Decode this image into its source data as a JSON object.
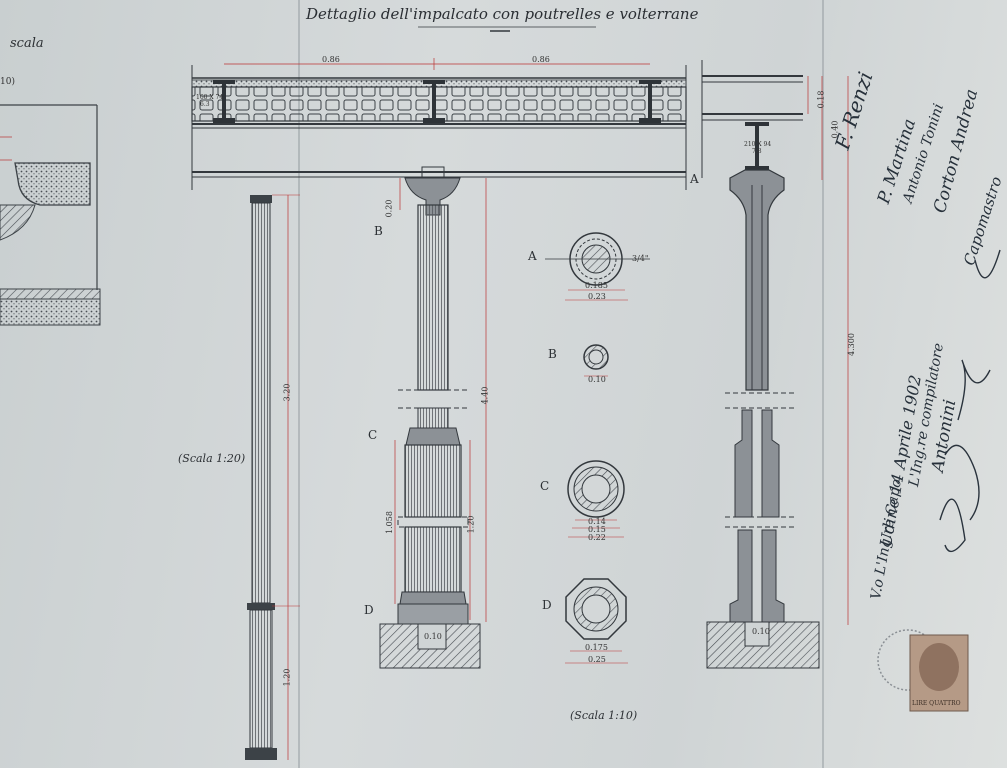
{
  "title": "Dettaglio dell'impalcato con poutrelles e volterrane",
  "left_fragment": {
    "scala": "scala",
    "ratio": "10)"
  },
  "scales": {
    "left": "(Scala 1:20)",
    "bottom": "(Scala 1:10)"
  },
  "dims": {
    "span1": "0.86",
    "span2": "0.86",
    "beam_label": "160 X 74",
    "beam_label2": "6.3",
    "side_h1": "0.18",
    "side_h2": "0.40",
    "total_h": "4.300",
    "col1_h1": "3.20",
    "col1_h2": "1.20",
    "col2_h1": "4.40",
    "col2_h2": "1.20",
    "col2_cap": "0.20",
    "col2_base": "1.058",
    "col2_foot": "0.10",
    "profile_label": "210 X 94",
    "profile_label2": "7.8",
    "sec_foot": "0.10"
  },
  "section_labels": {
    "A": "A",
    "B": "B",
    "C": "C",
    "D": "D"
  },
  "sections": {
    "A": {
      "d1": "0.185",
      "d2": "0.23",
      "side": "3/4\""
    },
    "B": {
      "d1": "0.10"
    },
    "C": {
      "d1": "0.14",
      "d2": "0.15",
      "d3": "0.22"
    },
    "D": {
      "d1": "0.175",
      "d2": "0.25"
    }
  },
  "signatures": {
    "s1": "F. Renzi",
    "s2": "P. Martina",
    "s3": "Antonio Tonini",
    "s4": "Corton Andrea",
    "s5": "Capomastro",
    "date": "Udine 14 Aprile 1902",
    "compiler": "L'Ing.re compilatore",
    "compiler_name": "Antonini",
    "chief": "V.o L'Ing.re Capo"
  },
  "stamp": {
    "text": "LIRE QUATTRO"
  }
}
